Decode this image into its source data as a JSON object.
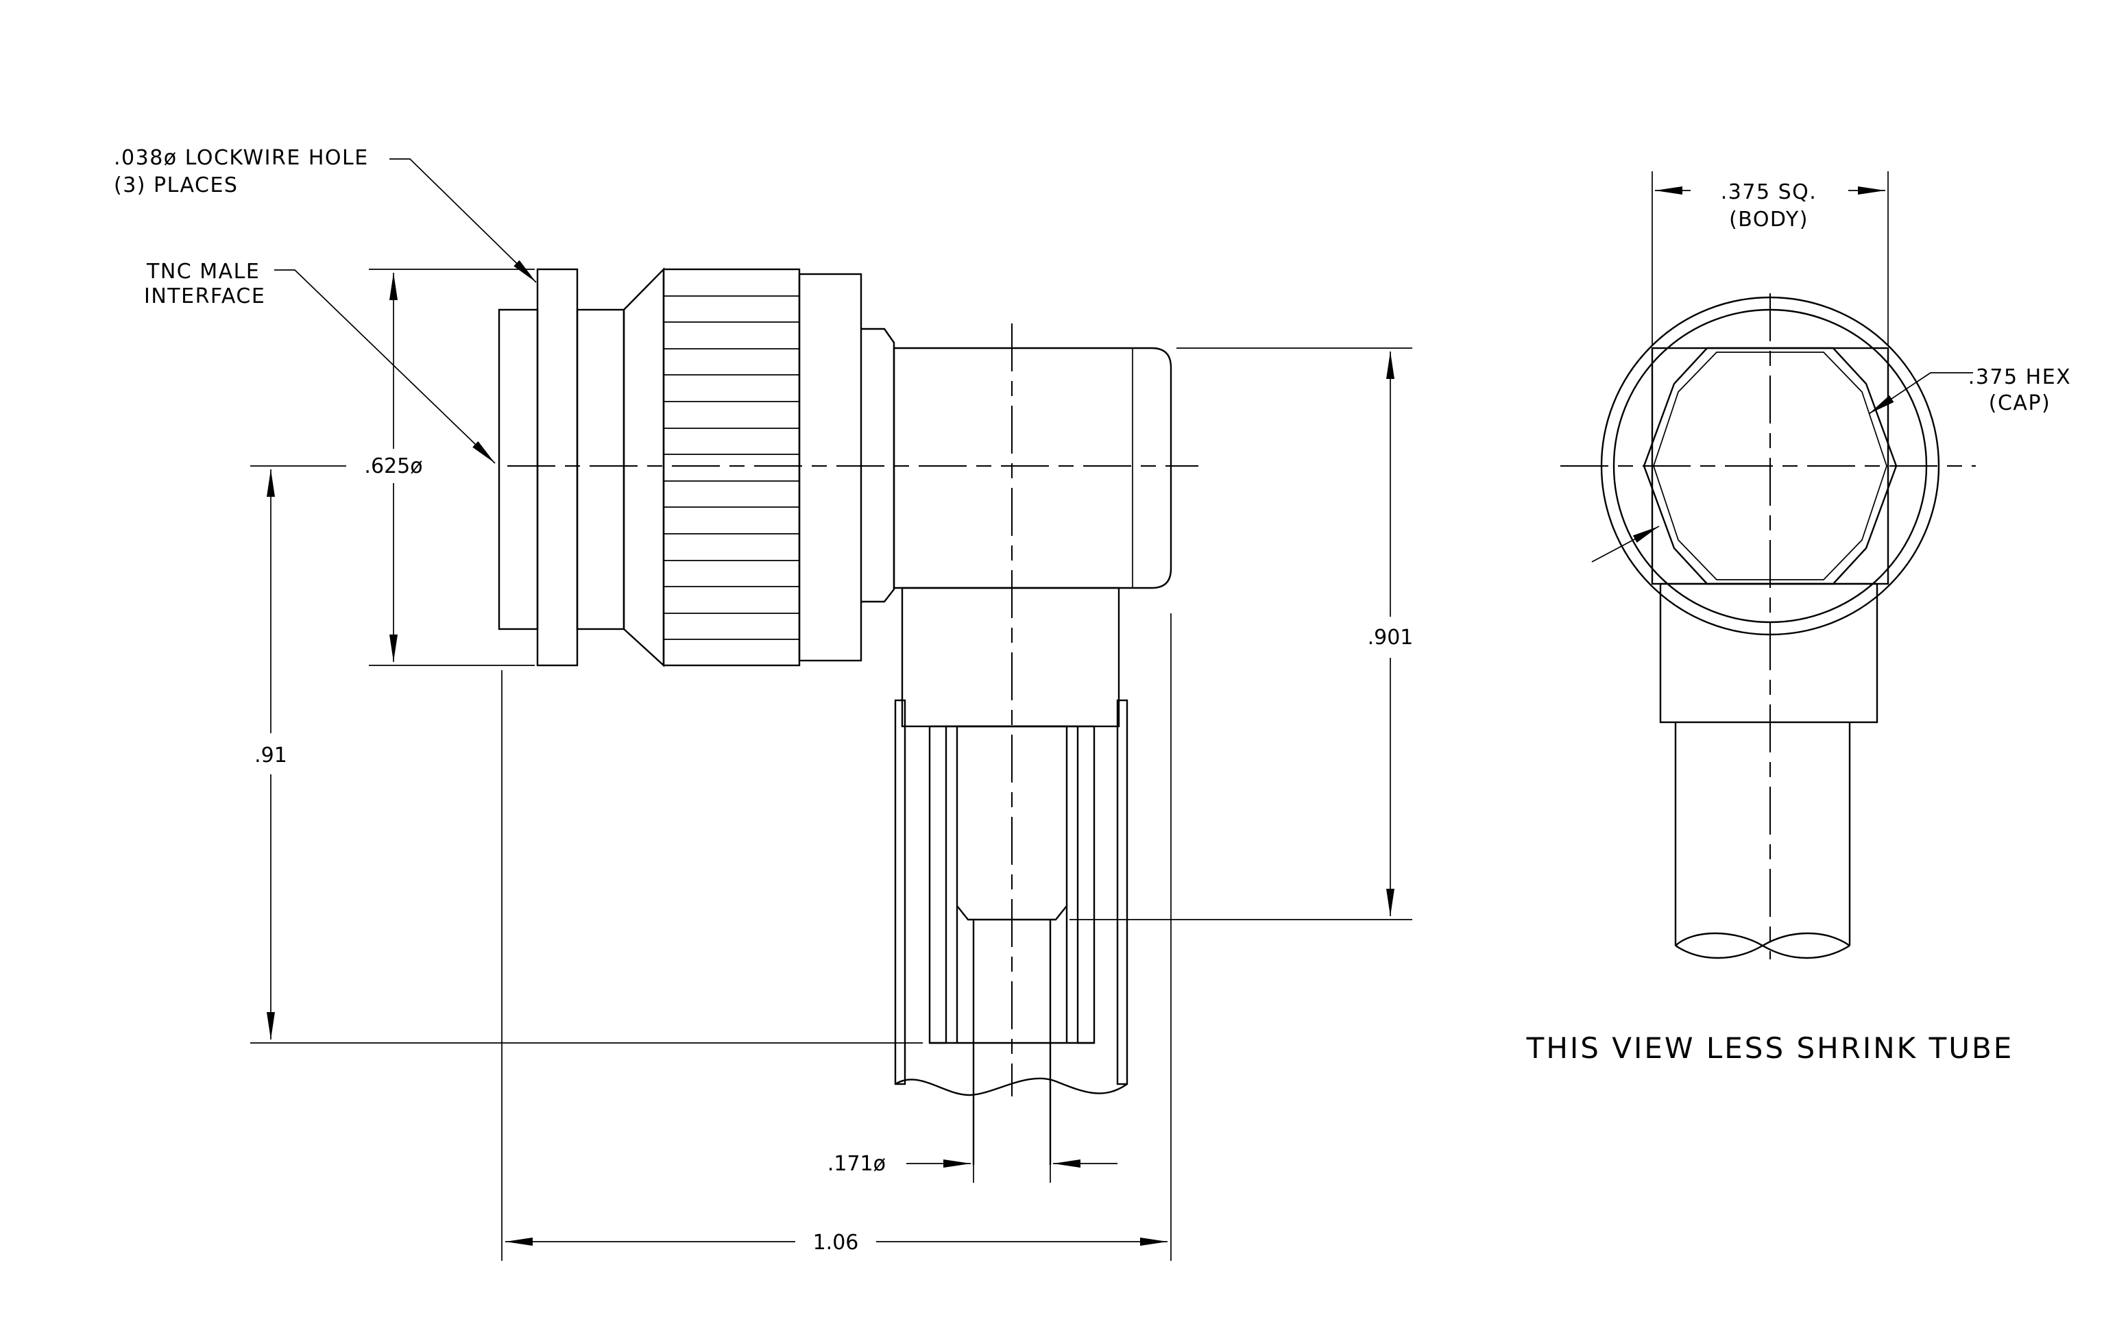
{
  "callouts": {
    "lockwire_line1": ".038ø LOCKWIRE HOLE",
    "lockwire_line2": "(3)  PLACES",
    "interface_line1": "TNC MALE",
    "interface_line2": "INTERFACE",
    "hex_line1": ".375 HEX",
    "hex_line2": "(CAP)",
    "body_line1": ".375 SQ.",
    "body_line2": "(BODY)"
  },
  "dimensions": {
    "flange_dia": ".625ø",
    "height_left": ".91",
    "height_right": ".901",
    "cable_dia": ".171ø",
    "overall_length": "1.06"
  },
  "captions": {
    "end_view": "THIS VIEW LESS SHRINK TUBE"
  },
  "colors": {
    "line": "#000000",
    "background": "#ffffff"
  }
}
